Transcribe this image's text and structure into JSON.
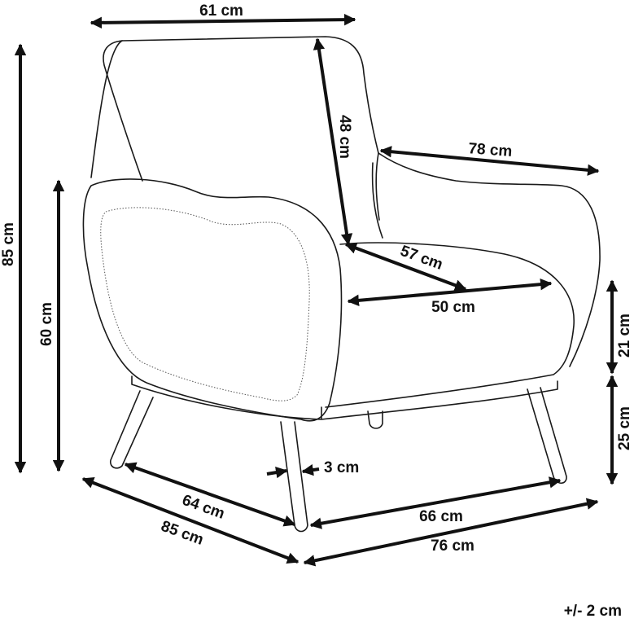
{
  "diagram": {
    "dimensions": {
      "width_top": "61 cm",
      "height_total": "85 cm",
      "height_arm": "60 cm",
      "back_height": "48 cm",
      "depth_top": "78 cm",
      "seat_depth": "57 cm",
      "seat_width": "50 cm",
      "seat_thickness": "21 cm",
      "seat_height": "25 cm",
      "leg_width": "3 cm",
      "leg_span_side": "64 cm",
      "depth_total": "85 cm",
      "leg_span_front": "66 cm",
      "width_total": "76 cm"
    },
    "tolerance": "+/- 2 cm"
  }
}
